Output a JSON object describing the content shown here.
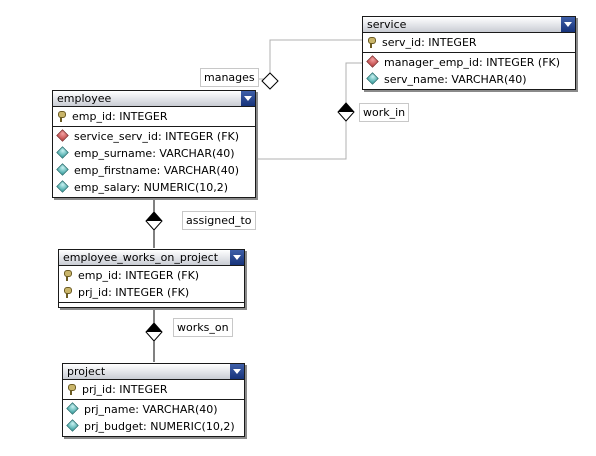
{
  "entities": {
    "service": {
      "name": "service",
      "pk": [
        {
          "label": "serv_id: INTEGER",
          "icon": "key-icon"
        }
      ],
      "cols": [
        {
          "label": "manager_emp_id: INTEGER (FK)",
          "icon": "foreign-key-icon"
        },
        {
          "label": "serv_name: VARCHAR(40)",
          "icon": "column-icon"
        }
      ]
    },
    "employee": {
      "name": "employee",
      "pk": [
        {
          "label": "emp_id: INTEGER",
          "icon": "key-icon"
        }
      ],
      "cols": [
        {
          "label": "service_serv_id: INTEGER (FK)",
          "icon": "foreign-key-icon"
        },
        {
          "label": "emp_surname: VARCHAR(40)",
          "icon": "column-icon"
        },
        {
          "label": "emp_firstname: VARCHAR(40)",
          "icon": "column-icon"
        },
        {
          "label": "emp_salary: NUMERIC(10,2)",
          "icon": "column-icon"
        }
      ]
    },
    "ewop": {
      "name": "employee_works_on_project",
      "pk": [
        {
          "label": "emp_id: INTEGER (FK)",
          "icon": "key-icon"
        },
        {
          "label": "prj_id: INTEGER (FK)",
          "icon": "key-icon"
        }
      ],
      "cols": []
    },
    "project": {
      "name": "project",
      "pk": [
        {
          "label": "prj_id: INTEGER",
          "icon": "key-icon"
        }
      ],
      "cols": [
        {
          "label": "prj_name: VARCHAR(40)",
          "icon": "column-icon"
        },
        {
          "label": "prj_budget: NUMERIC(10,2)",
          "icon": "column-icon"
        }
      ]
    }
  },
  "relationships": {
    "manages": "manages",
    "work_in": "work_in",
    "assigned_to": "assigned_to",
    "works_on": "works_on"
  },
  "colors": {
    "header_dropdown": "#17337a",
    "connector": "#b0b0b0",
    "connector_strong": "#000000"
  }
}
